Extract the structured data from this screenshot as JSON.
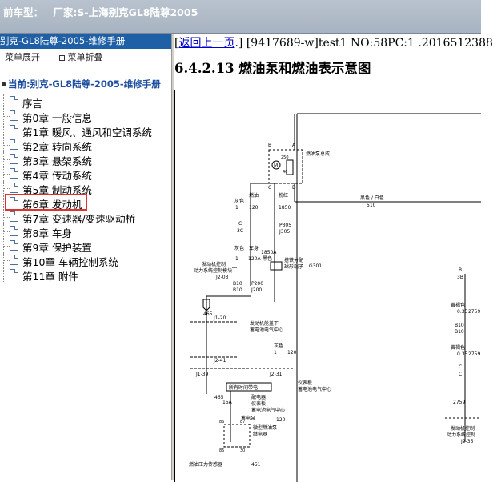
{
  "header": {
    "label": "前车型：",
    "manufacturer": "厂家:S-上海别克GL8陆尊2005"
  },
  "left_panel": {
    "title": "别克-GL8陆尊-2005-维修手册",
    "expand_label": "菜单展开",
    "collapse_label": "菜单折叠",
    "root_label": "当前:别克-GL8陆尊-2005-维修手册",
    "tree_items": [
      {
        "label": "序言"
      },
      {
        "label": "第0章 一般信息"
      },
      {
        "label": "第1章 暖风、通风和空调系统"
      },
      {
        "label": "第2章 转向系统"
      },
      {
        "label": "第3章 悬架系统"
      },
      {
        "label": "第4章 传动系统"
      },
      {
        "label": "第5章 制动系统"
      },
      {
        "label": "第6章 发动机",
        "selected": true
      },
      {
        "label": "第7章 变速器/变速驱动桥"
      },
      {
        "label": "第8章 车身"
      },
      {
        "label": "第9章 保护装置"
      },
      {
        "label": "第10章 车辆控制系统"
      },
      {
        "label": "第11章 附件"
      }
    ]
  },
  "content": {
    "back_link_open": "[",
    "back_link": "返回上一页",
    "back_link_close": ".]",
    "doc_info": "[9417689-w]test1 NO:58PC:1 .2016512388",
    "section_title": "6.4.2.13 燃油泵和燃油表示意图"
  },
  "diagram": {
    "labels": {
      "fuel_pump_assembly": "燃油泵总成",
      "gray": "灰色",
      "pink": "粉红",
      "fuel": "燃油",
      "d120": "120",
      "d1850": "1850",
      "black_white": "黑色 / 白色",
      "d510": "510",
      "p305": "P305",
      "j305": "J305",
      "c": "C",
      "c3": "3C",
      "black": "黑色",
      "d1850a": "1850A",
      "vehicle": "车身",
      "ground_dist": "搭铁分配",
      "ground_term": "球形端子",
      "g301": "G301",
      "ecm1": "发动机控制",
      "ecm2": "动力系统控制模块",
      "ecm3": "J2-03",
      "b10": "B10",
      "p200": "P200",
      "j200": "J200",
      "d465": "465",
      "j1_20": "J1-20",
      "underhood1": "发动机舱盖下",
      "underhood2": "蓄电池电气中心",
      "j2_41": "J2-41",
      "j1_39": "J1-39",
      "j2_31": "J2-31",
      "ip1": "仪表板",
      "ip2": "蓄电池电气中心",
      "hot_at_all": "所有时间带电",
      "fuse1": "配电器",
      "fuse2": "仪表板",
      "fuse3": "蓄电池电气中心",
      "relay_pump": "蓄电泵",
      "fuel_relay1": "微型燃油泵",
      "fuel_relay2": "继电器",
      "pressure": "燃油压力传感器",
      "d451": "451",
      "b": "B",
      "b3": "3B",
      "yellow_brown": "黄褐色",
      "d035": "0.35",
      "d2759": "2759",
      "ecm_r1": "发动机控制",
      "ecm_r2": "动力系统控制",
      "ecm_r3": "J2-35",
      "a": "A",
      "d": "D",
      "d250": "250",
      "d40": "40",
      "d15a": "15A",
      "d86": "86",
      "d87": "87",
      "d85": "85",
      "d30": "30",
      "d1": "1",
      "d120b": "120"
    }
  }
}
